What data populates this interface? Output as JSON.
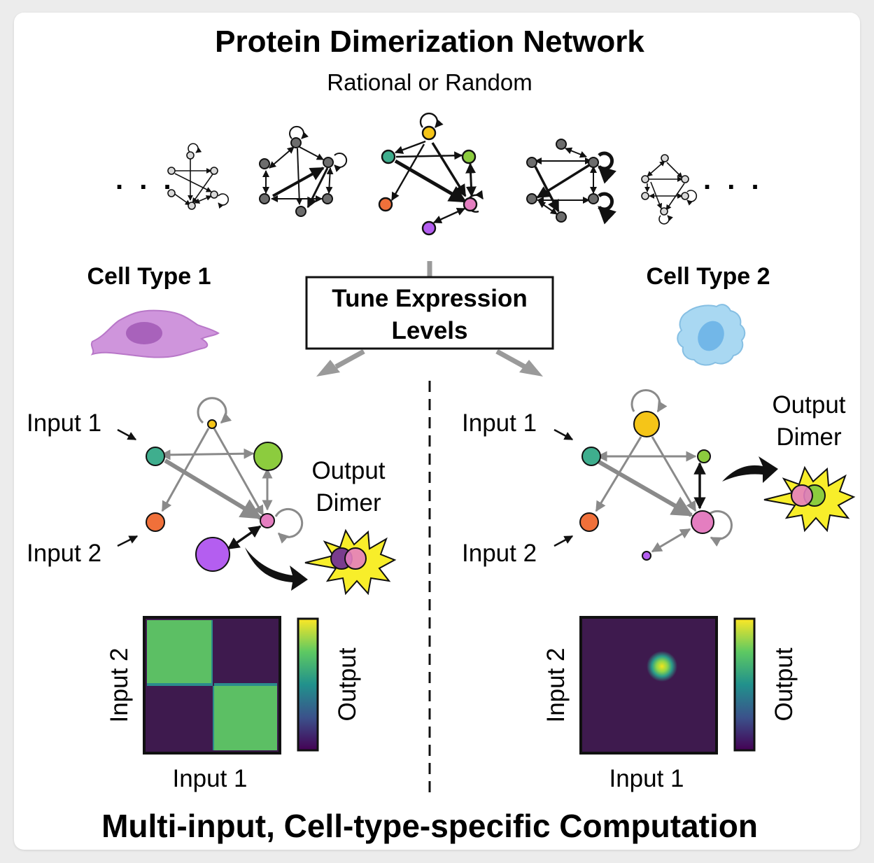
{
  "header": {
    "title": "Protein Dimerization Network",
    "subtitle": "Rational or Random",
    "ellipsis": ". . ."
  },
  "tune_box": {
    "line1": "Tune Expression",
    "line2": "Levels"
  },
  "cell_type_1": {
    "label": "Cell Type 1",
    "color": "#c98ad6"
  },
  "cell_type_2": {
    "label": "Cell Type 2",
    "color": "#a9d8f2"
  },
  "network_left": {
    "input1": "Input 1",
    "input2": "Input 2",
    "output_line1": "Output",
    "output_line2": "Dimer"
  },
  "network_right": {
    "input1": "Input 1",
    "input2": "Input 2",
    "output_line1": "Output",
    "output_line2": "Dimer"
  },
  "heatmap_left": {
    "xlabel": "Input 1",
    "ylabel": "Input 2",
    "colorbar_label": "Output"
  },
  "heatmap_right": {
    "xlabel": "Input 1",
    "ylabel": "Input 2",
    "colorbar_label": "Output"
  },
  "footer": {
    "caption": "Multi-input, Cell-type-specific Computation"
  },
  "node_colors": {
    "yellow": "#f5c518",
    "green": "#8ccc3e",
    "teal": "#3fae8e",
    "orange": "#f0703a",
    "pink": "#e47ec0",
    "purple": "#b45ef0",
    "gray": "#6d6d6d",
    "light_gray": "#d8d8d8"
  },
  "heatmap_colors": {
    "dark": "#3e1a4e",
    "mid": "#2b8c8c",
    "high": "#5cbf64",
    "peak": "#f2e51c"
  }
}
